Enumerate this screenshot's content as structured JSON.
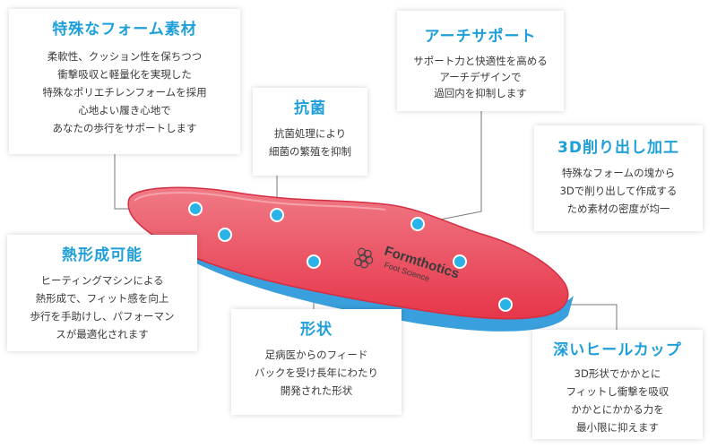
{
  "brand": {
    "logo_text": "Formthotics",
    "tagline": "Foot Science"
  },
  "colors": {
    "accent": "#1f9fd9",
    "insole_top": "#e8364b",
    "insole_base": "#3aa0dd",
    "marker": "#29b3e6"
  },
  "features": {
    "foam": {
      "title": "特殊なフォーム素材",
      "body": "柔軟性、クッション性を保ちつつ\n衝撃吸収と軽量化を実現した\n特殊なポリエチレンフォームを採用\n心地よい履き心地で\nあなたの歩行をサポートします"
    },
    "antibacterial": {
      "title": "抗菌",
      "body": "抗菌処理により\n細菌の繁殖を抑制"
    },
    "arch": {
      "title": "アーチサポート",
      "body": "サポート力と快適性を高める\nアーチデザインで\n過回内を抑制します"
    },
    "milled": {
      "title": "3D削り出し加工",
      "body": "特殊なフォームの塊から\n3Dで削り出して作成する\nため素材の密度が均一"
    },
    "moldable": {
      "title": "熱形成可能",
      "body": "ヒーティングマシンによる\n熱形成で、フィット感を向上\n歩行を手助けし、パフォーマン\nスが最適化されます"
    },
    "shape": {
      "title": "形状",
      "body": "足病医からのフィード\nバックを受け長年にわたり\n開発された形状"
    },
    "heel_cup": {
      "title": "深いヒールカップ",
      "body": "3D形状でかかとに\nフィットし衝撃を吸収\nかかとにかかる力を\n最小限に抑えます"
    }
  }
}
